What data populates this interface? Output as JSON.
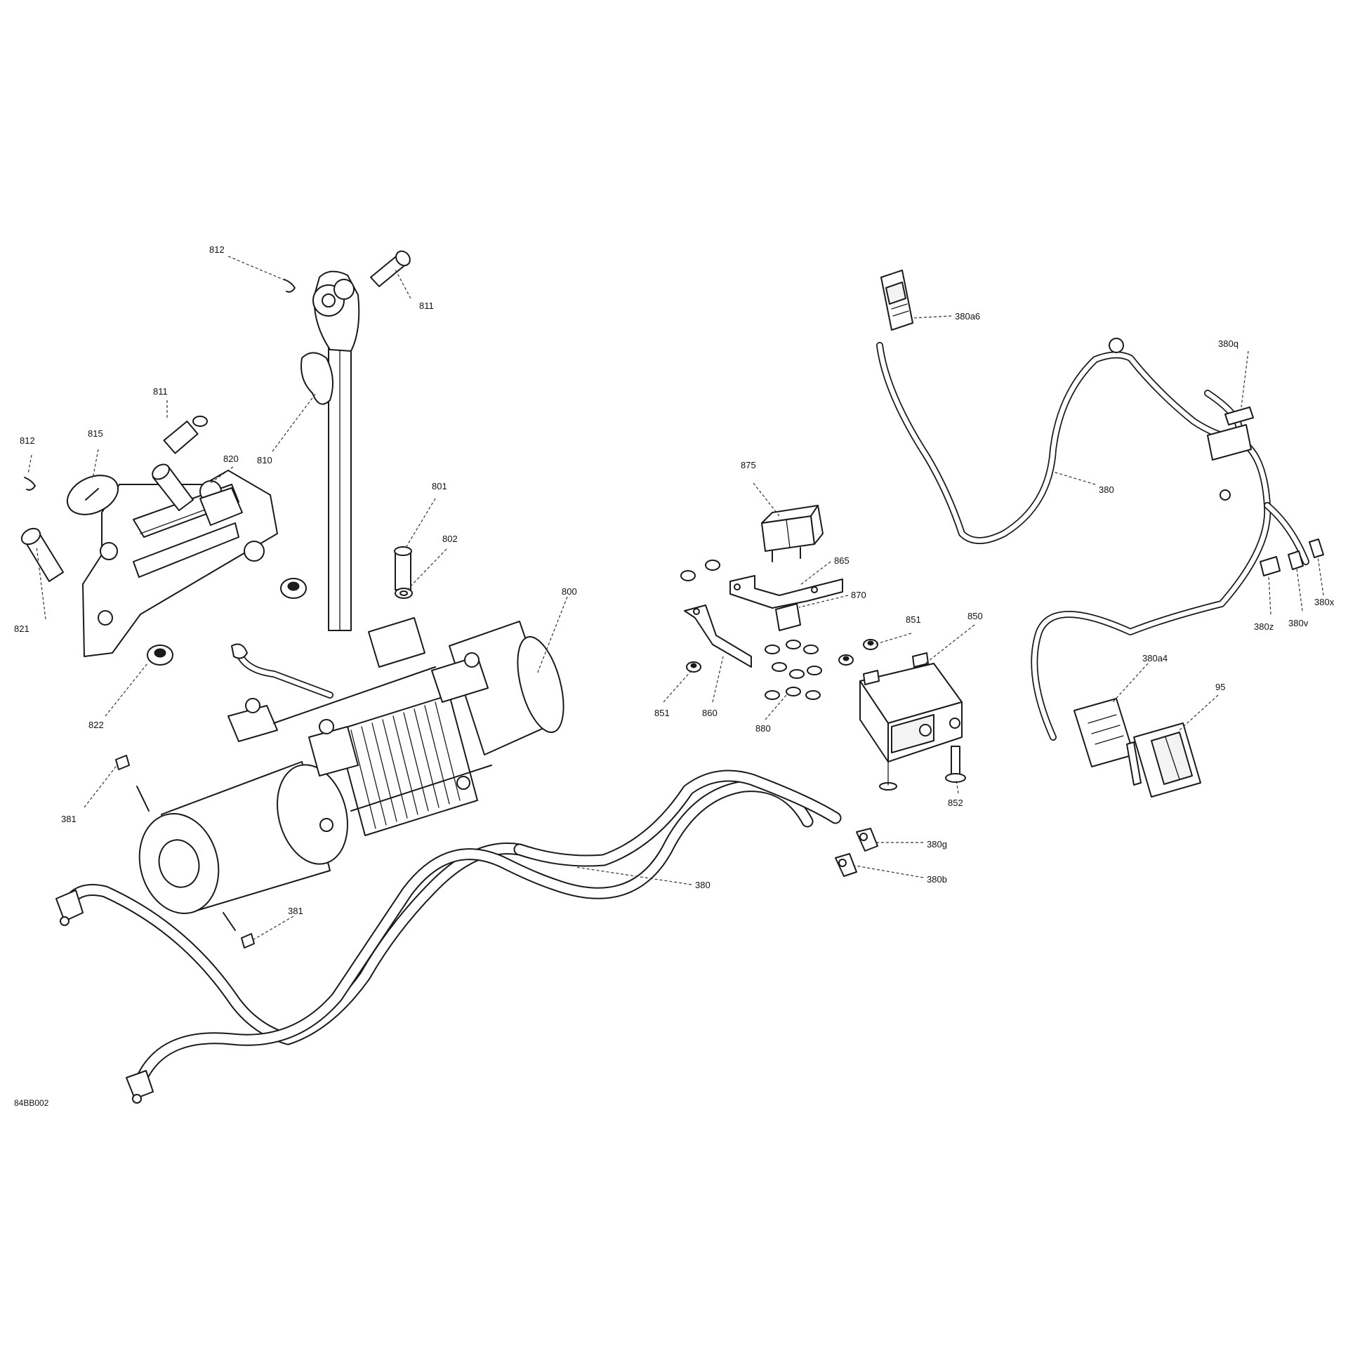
{
  "figure_ref": "84BB002",
  "callouts": {
    "c812a": "812",
    "c811a": "811",
    "c810": "810",
    "c811b": "811",
    "c812b": "812",
    "c815": "815",
    "c820": "820",
    "c821": "821",
    "c822": "822",
    "c801": "801",
    "c802": "802",
    "c800": "800",
    "c381a": "381",
    "c381b": "381",
    "c380_main": "380",
    "c875": "875",
    "c865": "865",
    "c870": "870",
    "c851a": "851",
    "c860": "860",
    "c880": "880",
    "c851b": "851",
    "c850": "850",
    "c852": "852",
    "c380g": "380g",
    "c380b": "380b",
    "c380a6": "380a6",
    "c380_harness": "380",
    "c380q": "380q",
    "c380x": "380x",
    "c380v": "380v",
    "c380z": "380z",
    "c380a4": "380a4",
    "c95": "95"
  }
}
